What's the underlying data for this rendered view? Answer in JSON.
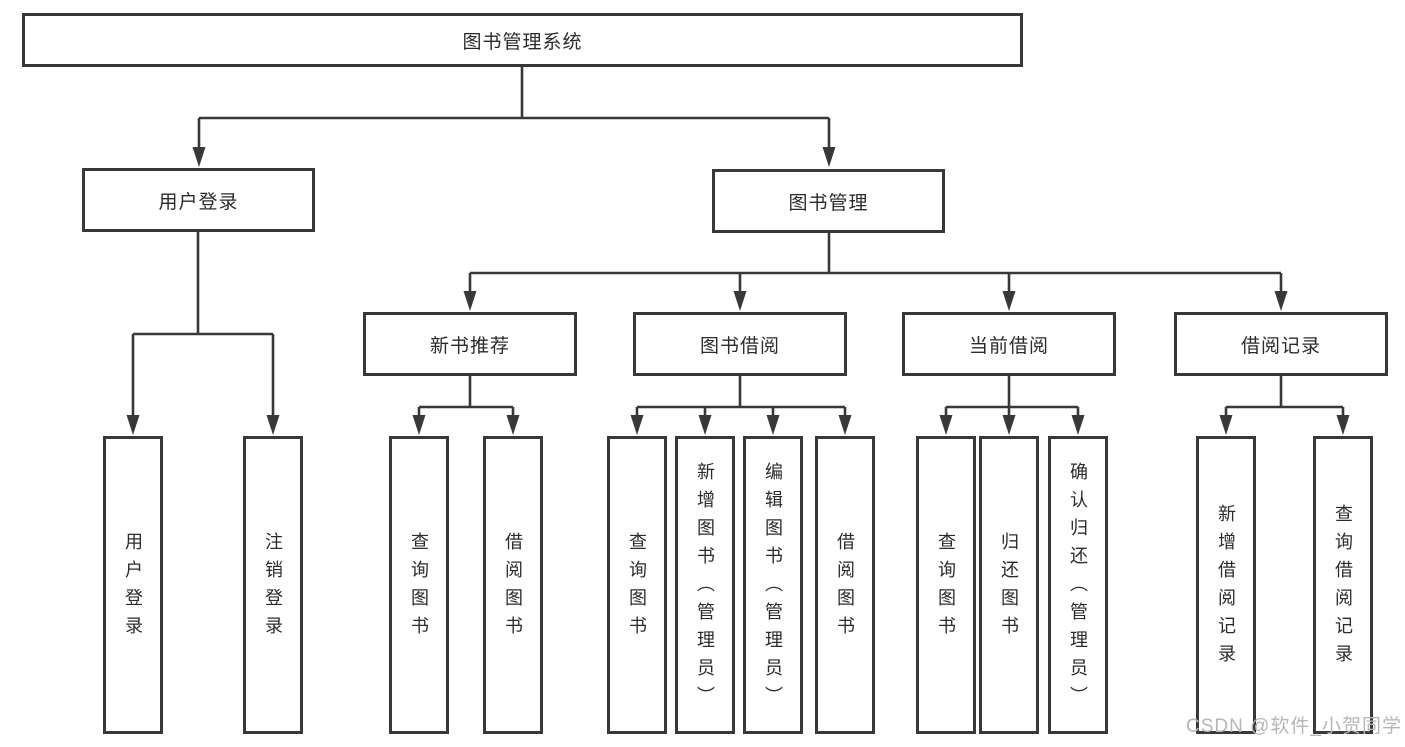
{
  "tree": {
    "root": {
      "label": "图书管理系统"
    },
    "branches": [
      {
        "label": "用户登录",
        "children": [
          {
            "label": "用户登录"
          },
          {
            "label": "注销登录"
          }
        ]
      },
      {
        "label": "图书管理",
        "children": [
          {
            "label": "新书推荐",
            "children": [
              {
                "label": "查询图书"
              },
              {
                "label": "借阅图书"
              }
            ]
          },
          {
            "label": "图书借阅",
            "children": [
              {
                "label": "查询图书"
              },
              {
                "label": "新增图书（管理员）"
              },
              {
                "label": "编辑图书（管理员）"
              },
              {
                "label": "借阅图书"
              }
            ]
          },
          {
            "label": "当前借阅",
            "children": [
              {
                "label": "查询图书"
              },
              {
                "label": "归还图书"
              },
              {
                "label": "确认归还（管理员）"
              }
            ]
          },
          {
            "label": "借阅记录",
            "children": [
              {
                "label": "新增借阅记录"
              },
              {
                "label": "查询借阅记录"
              }
            ]
          }
        ]
      }
    ]
  },
  "watermark": {
    "text": "CSDN @软件_小贺同学"
  },
  "colors": {
    "line": "#383838",
    "text": "#2b2b2b",
    "watermark_text": "#b6b6b6",
    "background": "#ffffff"
  }
}
